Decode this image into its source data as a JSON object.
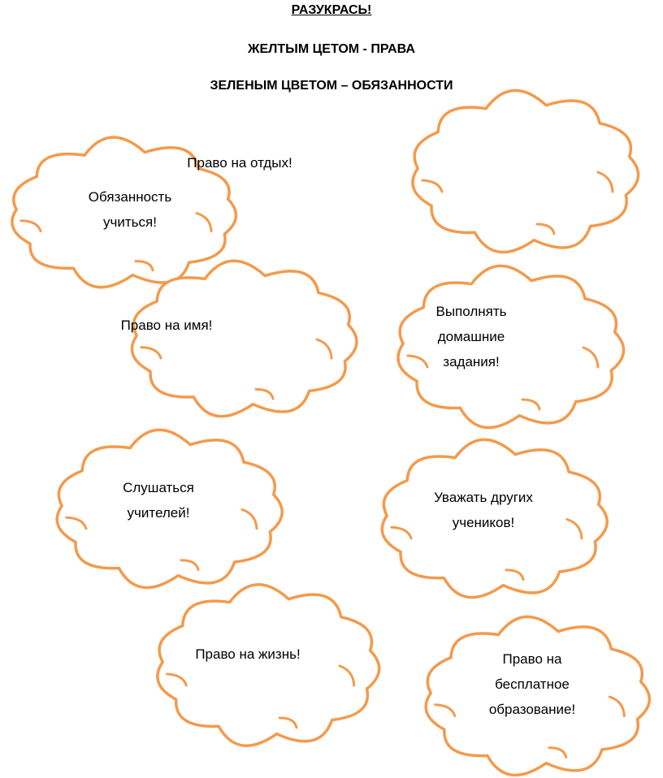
{
  "header": {
    "title": "РАЗУКРАСЬ!",
    "line2": "ЖЕЛТЫМ ЦЕТОМ  - ПРАВА",
    "line3": "ЗЕЛЕНЫМ ЦВЕТОМ – ОБЯЗАННОСТИ"
  },
  "clouds": [
    {
      "text": "Обязанность\nучиться!"
    },
    {
      "text": "Право на отдых!"
    },
    {
      "text": "Право на имя!"
    },
    {
      "text": "Выполнять\nдомашние\nзадания!"
    },
    {
      "text": "Слушаться\nучителей!"
    },
    {
      "text": "Уважать других\nучеников!"
    },
    {
      "text": "Право на жизнь!"
    },
    {
      "text": "Право на\nбесплатное\nобразование!"
    }
  ],
  "colors": {
    "cloud_outline": "#f39a4c",
    "background": "#ffffff",
    "text": "#000000"
  }
}
